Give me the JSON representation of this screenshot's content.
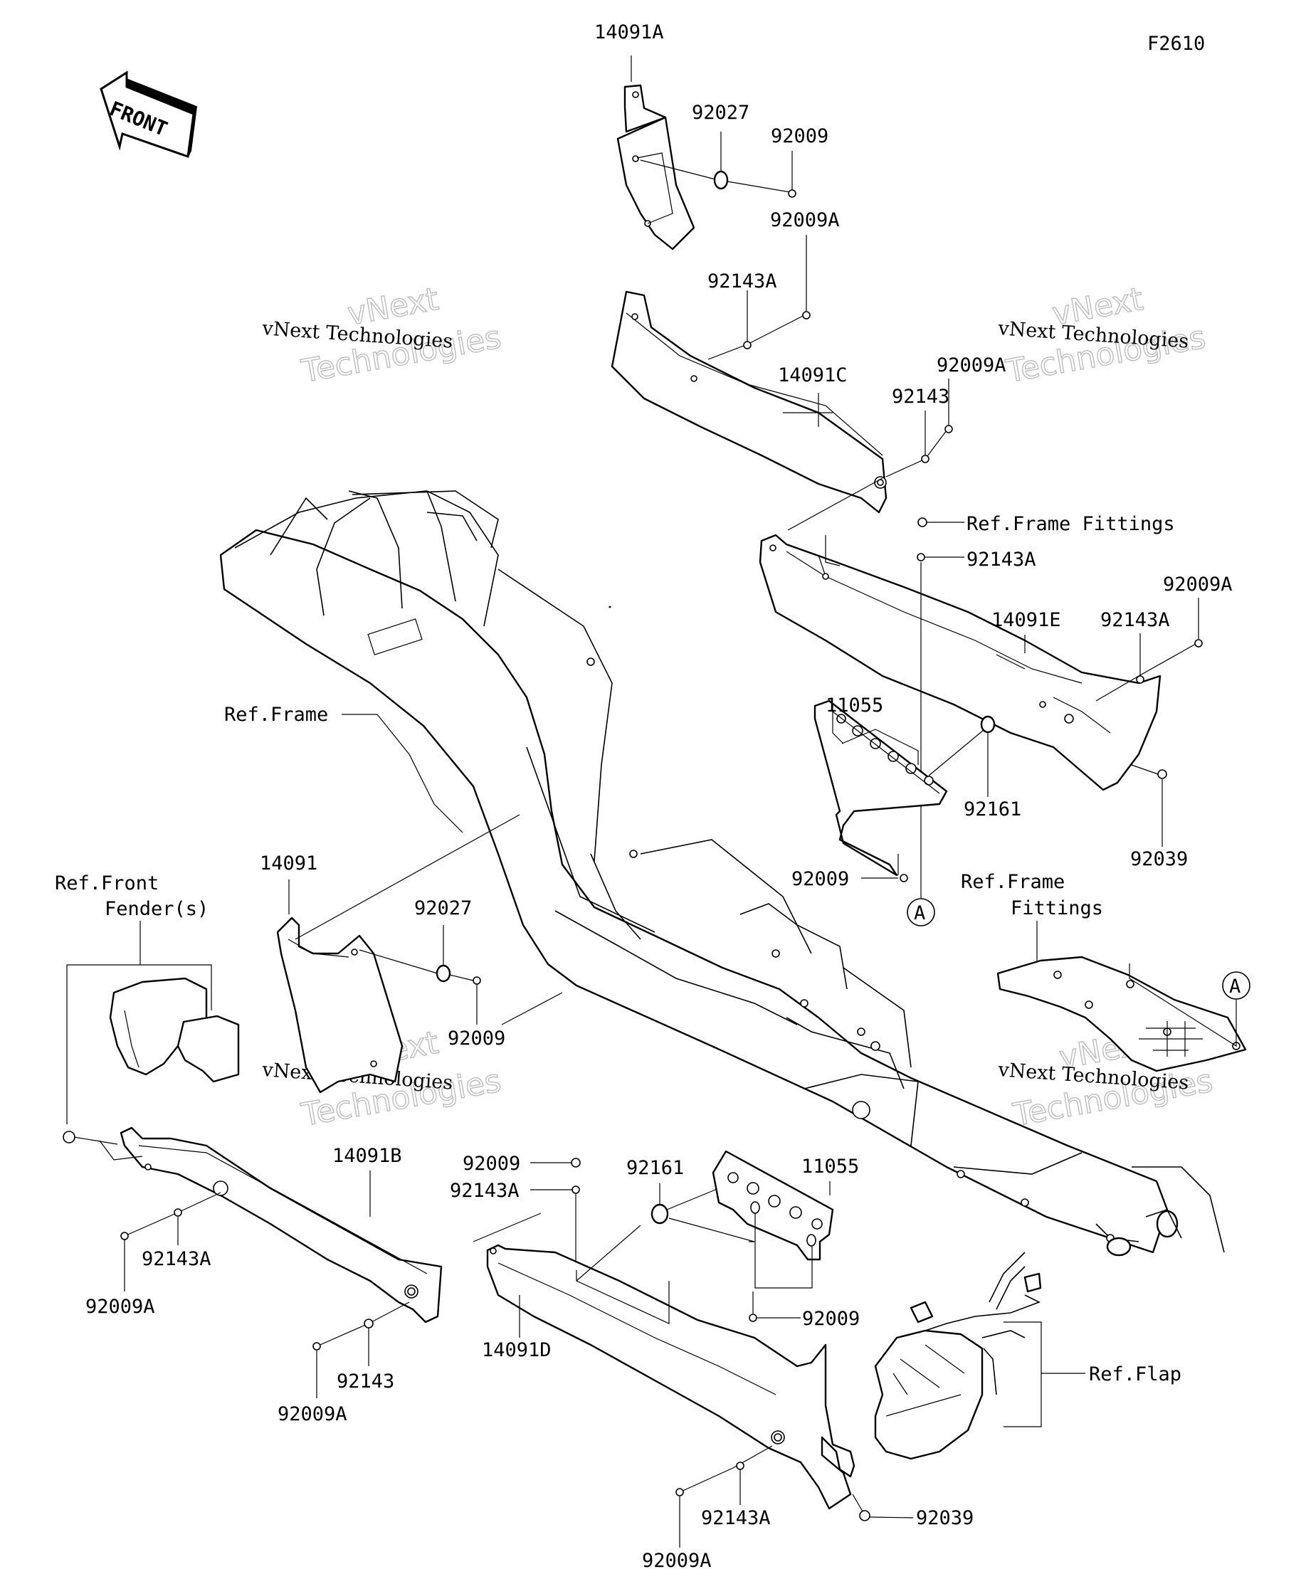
{
  "figure_code": "F2610",
  "front_arrow": {
    "label": "FRONT",
    "icon": "front-arrow-icon"
  },
  "watermarks": [
    {
      "text_top": "vNext",
      "text_line": "vNext Technologies",
      "text_big": "Technologies"
    },
    {
      "text_top": "vNext",
      "text_line": "vNext Technologies",
      "text_big": "Technologies"
    },
    {
      "text_top": "vNext",
      "text_line": "vNext Technologies",
      "text_big": "Technologies"
    },
    {
      "text_top": "vNext",
      "text_line": "vNext Technologies",
      "text_big": "Technologies"
    }
  ],
  "labels": {
    "p14091A": "14091A",
    "p92027_top": "92027",
    "p92009_top": "92009",
    "p92009A_1": "92009A",
    "p92143A_1": "92143A",
    "p14091C": "14091C",
    "p92009A_2": "92009A",
    "p92143_1": "92143",
    "ref_frame_fittings_1": "Ref.Frame Fittings",
    "p92143A_2": "92143A",
    "p92009A_3": "92009A",
    "p92143A_3": "92143A",
    "p14091E": "14091E",
    "ref_frame": "Ref.Frame",
    "p11055_1": "11055",
    "p92161_1": "92161",
    "p92039_1": "92039",
    "p92009_mid": "92009",
    "ref_front_fender_1": "Ref.Front",
    "ref_front_fender_2": "Fender(s)",
    "p14091": "14091",
    "p92027_mid": "92027",
    "p92009_mid2": "92009",
    "ref_frame_fittings_2a": "Ref.Frame",
    "ref_frame_fittings_2b": "Fittings",
    "callout_a_1": "A",
    "callout_a_2": "A",
    "p92009_low": "92009",
    "p92143A_low": "92143A",
    "p92161_2": "92161",
    "p11055_2": "11055",
    "p14091B": "14091B",
    "p92143A_4": "92143A",
    "p92009A_4": "92009A",
    "p92009_low2": "92009",
    "p92143_2": "92143",
    "p92009A_5": "92009A",
    "p14091D": "14091D",
    "ref_flap": "Ref.Flap",
    "p92143A_5": "92143A",
    "p92039_2": "92039",
    "p92009A_6": "92009A"
  }
}
